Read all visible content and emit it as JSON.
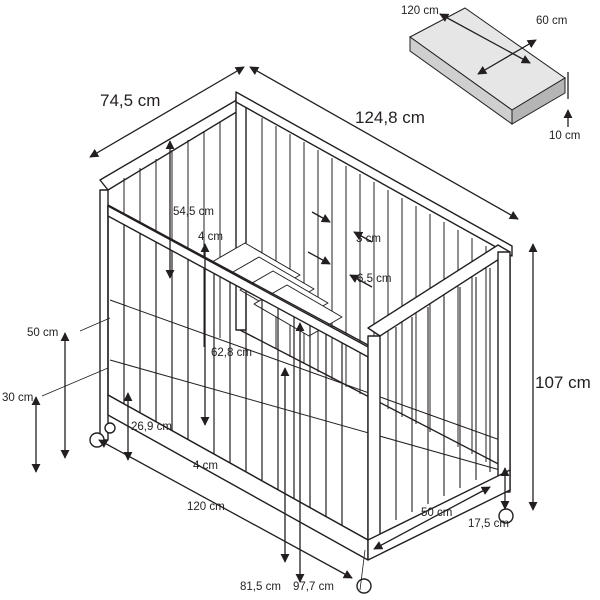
{
  "labels": {
    "crib_width": "74,5 cm",
    "crib_length": "124,8 cm",
    "crib_height": "107 cm",
    "rail_height": "54,5 cm",
    "slat_gap": "3 cm",
    "slat_width": "6,5 cm",
    "rail_bar_top": "4 cm",
    "rail_bar_bottom": "4 cm",
    "side_height": "62,8 cm",
    "base_level_high": "50 cm",
    "base_level_low": "30 cm",
    "under_clearance": "26,9 cm",
    "inner_length": "120 cm",
    "height_low": "81,5 cm",
    "height_high": "97,7 cm",
    "mattress_length": "120 cm",
    "mattress_width": "60 cm",
    "mattress_thickness": "10 cm",
    "drawer_length": "50 cm",
    "drawer_height": "17,5 cm"
  },
  "colors": {
    "line": "#231f20",
    "crib_fill": "#ffffff",
    "mattress_top": "#e6e6e6",
    "mattress_side": "#bfbfbf"
  }
}
